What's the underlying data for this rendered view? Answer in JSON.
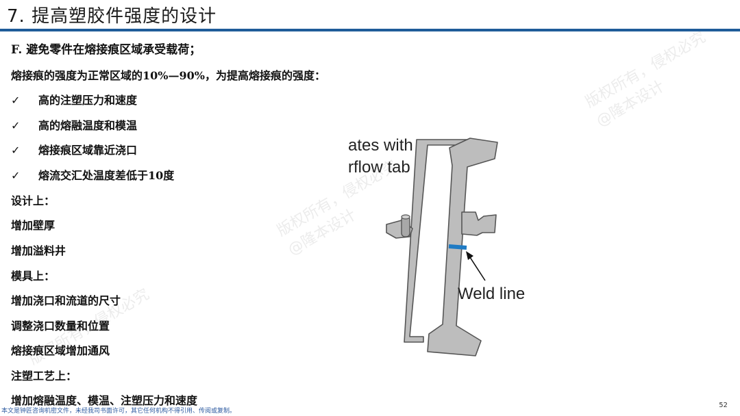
{
  "slide": {
    "title": "7. 提高塑胶件强度的设计",
    "page_number": "52",
    "footer_note": "本文是钟匠咨询机密文件，未经我司书面许可，其它任何机构不得引用、传阅或复制。"
  },
  "content": {
    "heading": "F. 避免零件在熔接痕区域承受载荷；",
    "intro": "熔接痕的强度为正常区域的10%—90%，为提高熔接痕的强度：",
    "check_mark": "✓",
    "checks": [
      "高的注塑压力和速度",
      "高的熔融温度和模温",
      "熔接痕区域靠近浇口",
      "熔流交汇处温度差低于10度"
    ],
    "design_heading": "设计上：",
    "design_items": [
      "增加壁厚",
      "增加溢料井"
    ],
    "mold_heading": "模具上：",
    "mold_items": [
      "增加浇口和流道的尺寸",
      "调整浇口数量和位置",
      "熔接痕区域增加通风"
    ],
    "process_heading": "注塑工艺上：",
    "process_items": [
      "增加熔融温度、模温、注塑压力和速度"
    ]
  },
  "figure": {
    "label_line1": "ates with",
    "label_line2": "rflow tab",
    "weld_label": "Weld line"
  },
  "watermarks": {
    "line1": "版权所有，侵权必究",
    "line2": "@隆本设计"
  }
}
